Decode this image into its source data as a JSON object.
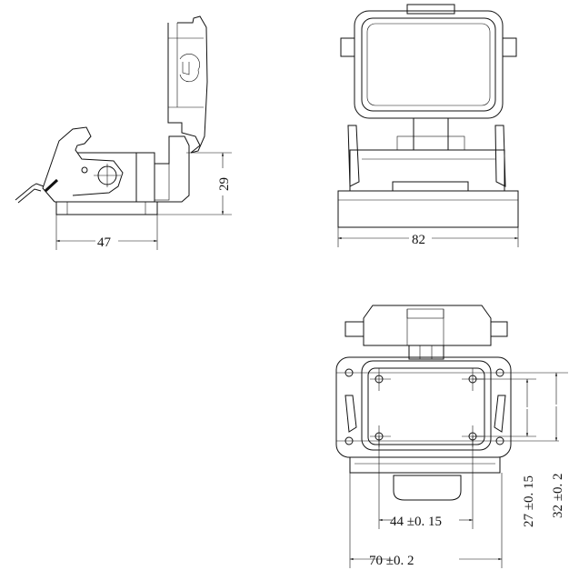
{
  "views": {
    "side": {
      "width_label": "47",
      "height_label": "29"
    },
    "front": {
      "width_label": "82"
    },
    "bottom": {
      "hole_spacing_x_label": "44 ±0. 15",
      "outer_width_label": "70 ±0. 2",
      "hole_spacing_y_label": "27 ±0. 15",
      "outer_hole_spacing_y_label": "32 ±0. 2"
    }
  },
  "colors": {
    "line": "#111111",
    "background": "#ffffff"
  }
}
